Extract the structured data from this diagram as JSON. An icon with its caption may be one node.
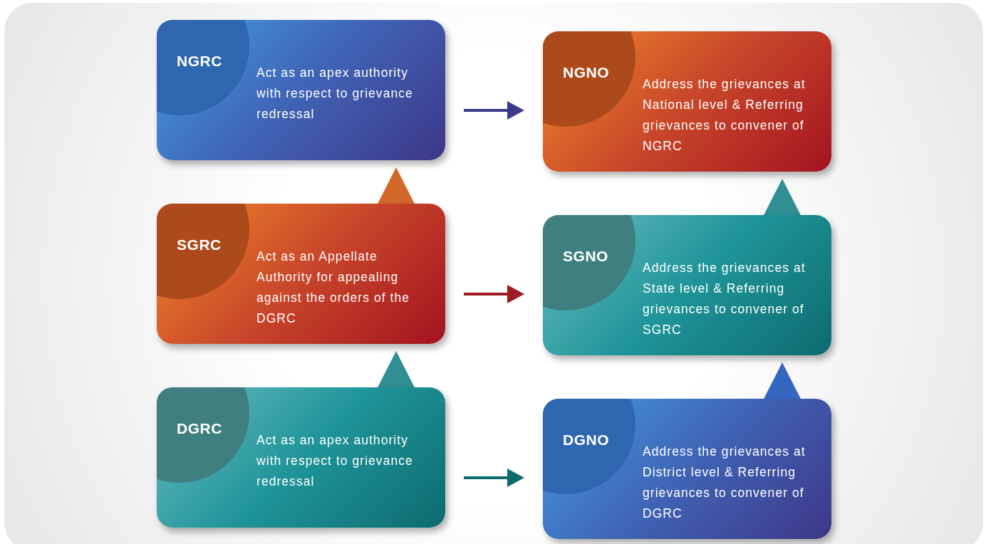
{
  "diagram": {
    "nodes": [
      {
        "text": [
          "NGRC",
          "Act as an apex authority with respect to grievance redressal"
        ]
      },
      {
        "text": [
          "NGNO",
          "Address the grievances at National level & Referring grievances to convener of NGRC"
        ]
      },
      {
        "text": [
          "SGRC",
          "Act as an Appellate Authority for appealing against the orders of the DGRC"
        ]
      },
      {
        "text": [
          "SGNO",
          "Address the grievances at State level & Referring grievances to convener of SGRC"
        ]
      },
      {
        "text": [
          "DGRC",
          "Act as an apex authority with respect to grievance redressal"
        ]
      },
      {
        "text": [
          "DGNO",
          "Address the grievances at District level & Referring grievances to convener of DGRC"
        ]
      }
    ],
    "edges": [
      {
        "from": 0,
        "to": 1,
        "arrow": "to",
        "color": "#3b3a8c"
      },
      {
        "from": 2,
        "to": 3,
        "arrow": "to",
        "color": "#a01c24"
      },
      {
        "from": 4,
        "to": 5,
        "arrow": "to",
        "color": "#0e6b6b"
      },
      {
        "from": 2,
        "to": 0,
        "arrow": "to",
        "style": "thick",
        "color": "#d2692a"
      },
      {
        "from": 4,
        "to": 2,
        "arrow": "to",
        "style": "thick",
        "color": "#2f8f92"
      },
      {
        "from": 3,
        "to": 1,
        "arrow": "to",
        "style": "thick",
        "color": "#2f8f92"
      },
      {
        "from": 5,
        "to": 3,
        "arrow": "to",
        "style": "thick",
        "color": "#3566c0"
      }
    ]
  }
}
